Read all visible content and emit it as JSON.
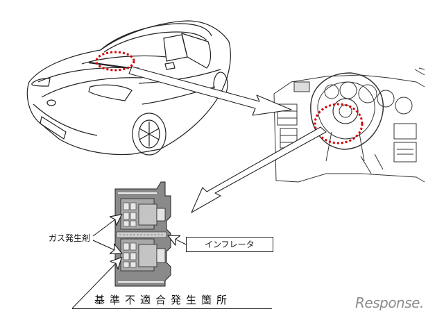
{
  "labels": {
    "gas_generant": "ガス発生剤",
    "inflator": "インフレータ",
    "footer": "基準不適合発生箇所"
  },
  "watermark": "Response.",
  "colors": {
    "highlight_dots": "#d40000",
    "line_art": "#222222",
    "inflator_body": "#8a8a8a",
    "watermark": "#8c8c8c"
  },
  "icons": {
    "car": "sports-car-illustration",
    "dashboard": "dashboard-steering-wheel-illustration",
    "inflator": "airbag-inflator-cross-section"
  }
}
